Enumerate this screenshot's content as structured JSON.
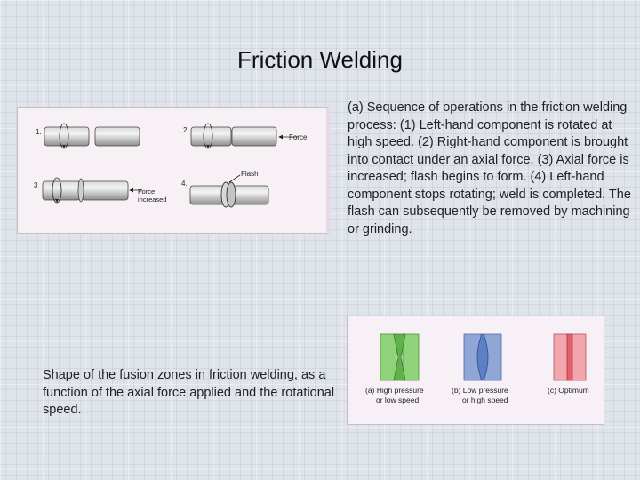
{
  "slide": {
    "title": "Friction Welding"
  },
  "figure1": {
    "caption": "(a) Sequence of operations in the friction welding process: (1) Left-hand component is rotated at high speed. (2) Right-hand component is brought into contact under an axial force. (3) Axial force is increased; flash begins to form. (4) Left-hand component stops rotating; weld is completed. The flash can subsequently be removed by machining or grinding.",
    "step_labels": [
      "1.",
      "2.",
      "3",
      "4."
    ],
    "force_label": "Force",
    "flash_label": "Flash",
    "force_increased_line1": "Force",
    "force_increased_line2": "increased"
  },
  "figure2": {
    "caption": "Shape of the fusion zones in friction welding, as a function of the axial force applied and the rotational speed.",
    "panels": [
      {
        "line1": "(a) High pressure",
        "line2": "or low speed",
        "color": "#8fd37a"
      },
      {
        "line1": "(b) Low pressure",
        "line2": "or high speed",
        "color": "#8fa6d6"
      },
      {
        "line1": "(c) Optimum",
        "line2": "",
        "color": "#f1a7ad"
      }
    ]
  }
}
